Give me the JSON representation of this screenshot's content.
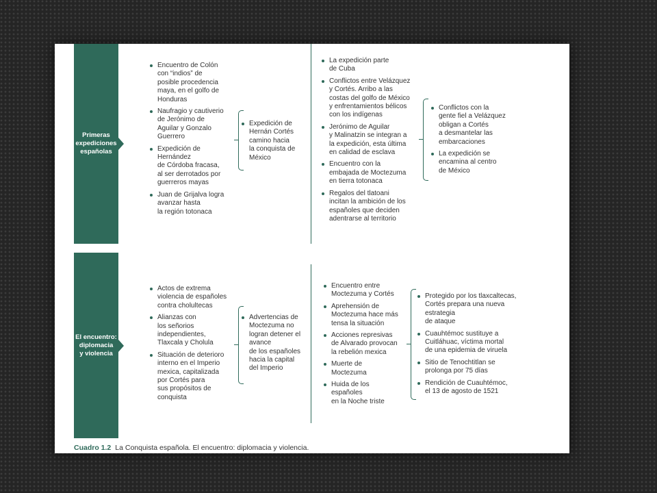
{
  "rows": [
    {
      "title": "Primeras\nexpediciones\nespañolas",
      "col1": [
        "Encuentro de Colón\ncon “indios” de\nposible procedencia\nmaya, en el golfo de\nHonduras",
        "Naufragio y cautiverio\nde Jerónimo de\nAguilar y Gonzalo\nGuerrero",
        "Expedición de\nHernández\nde Córdoba fracasa,\nal ser derrotados por\nguerreros mayas",
        "Juan de Grijalva logra\navanzar hasta\nla región totonaca"
      ],
      "col2": [
        "Expedición de\nHernán Cortés\ncamino hacia\nla conquista de\nMéxico"
      ],
      "col3": [
        "La expedición parte\nde Cuba",
        "Conflictos entre Velázquez\ny Cortés. Arribo a las\ncostas del golfo de México\ny enfrentamientos bélicos\ncon los indígenas",
        "Jerónimo de Aguilar\ny Malinatzin se integran a\nla expedición, esta última\nen calidad de esclava",
        "Encuentro con la\nembajada de Moctezuma\nen tierra totonaca",
        "Regalos del tlatoani\nincitan la ambición de los\nespañoles que deciden\nadentrarse al territorio"
      ],
      "col4": [
        "Conflictos con la\ngente fiel a Velázquez\nobligan a Cortés\na desmantelar las\nembarcaciones",
        "La expedición se\nencamina al centro\nde México"
      ]
    },
    {
      "title": "El encuentro:\ndiplomacia\ny violencia",
      "col1": [
        "Actos de extrema\nviolencia de españoles\ncontra cholultecas",
        "Alianzas con\nlos señorios\nindependientes,\nTlaxcala y Cholula",
        "Situación de deterioro\ninterno en el Imperio\nmexica, capitalizada\npor Cortés para\nsus propósitos de\nconquista"
      ],
      "col2": [
        "Advertencias de\nMoctezuma no\nlogran detener el\navance\nde los españoles\nhacia la capital\ndel Imperio"
      ],
      "col3": [
        "Encuentro entre\nMoctezuma y Cortés",
        "Aprehensión de\nMoctezuma hace más\ntensa la situación",
        "Acciones represivas\nde Alvarado provocan\nla rebelión mexica",
        "Muerte de\nMoctezuma",
        "Huida de los\nespañoles\nen la Noche triste"
      ],
      "col4": [
        "Protegido por los tlaxcaltecas,\nCortés prepara una nueva\nestrategia\nde ataque",
        "Cuauhtémoc sustituye a\nCuitláhuac, víctima mortal\nde una epidemia de viruela",
        "Sitio de Tenochtitlan se\nprolonga por 75 días",
        "Rendición de Cuauhtémoc,\nel 13 de agosto de 1521"
      ]
    }
  ],
  "caption": {
    "label": "Cuadro 1.2",
    "text": "La Conquista española. El encuentro: diplomacia y violencia."
  }
}
